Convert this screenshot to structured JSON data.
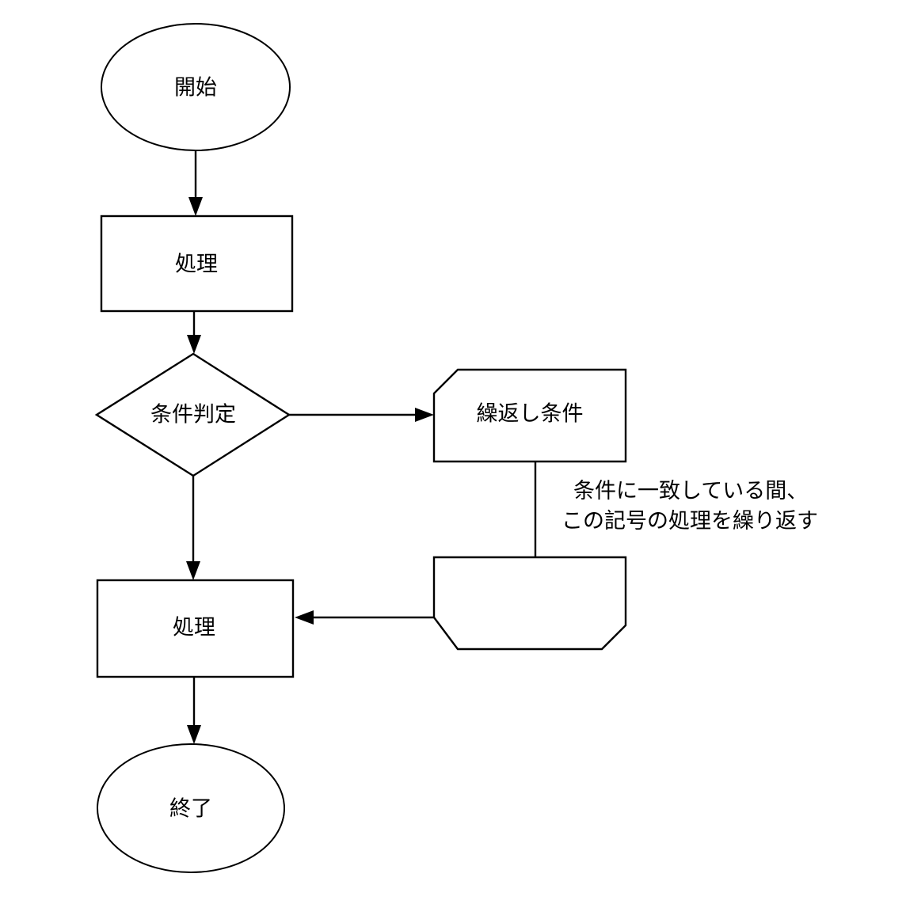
{
  "diagram": {
    "type": "flowchart",
    "language": "ja",
    "background_color": "#ffffff",
    "line_color": "#000000",
    "fill_color": "#ffffff",
    "nodes": [
      {
        "id": "start",
        "shape": "ellipse",
        "label": "開始"
      },
      {
        "id": "process1",
        "shape": "rectangle",
        "label": "処理"
      },
      {
        "id": "decision",
        "shape": "diamond",
        "label": "条件判定"
      },
      {
        "id": "loop_start",
        "shape": "loop-limit-start",
        "label": "繰返し条件"
      },
      {
        "id": "loop_end",
        "shape": "loop-limit-end",
        "label": ""
      },
      {
        "id": "process2",
        "shape": "rectangle",
        "label": "処理"
      },
      {
        "id": "end",
        "shape": "ellipse",
        "label": "終了"
      }
    ],
    "edges": [
      {
        "from": "start",
        "to": "process1",
        "label": "",
        "direction": "down"
      },
      {
        "from": "process1",
        "to": "decision",
        "label": "",
        "direction": "down"
      },
      {
        "from": "decision",
        "to": "loop_start",
        "label": "",
        "direction": "right"
      },
      {
        "from": "decision",
        "to": "process2",
        "label": "",
        "direction": "down"
      },
      {
        "from": "loop_start",
        "to": "loop_end",
        "label": "",
        "direction": "down"
      },
      {
        "from": "loop_end",
        "to": "process2",
        "label": "",
        "direction": "left"
      },
      {
        "from": "process2",
        "to": "end",
        "label": "",
        "direction": "down"
      }
    ],
    "annotations": [
      {
        "id": "loop-note",
        "line1": "条件に一致している間、",
        "line2": "この記号の処理を繰り返す"
      }
    ]
  }
}
